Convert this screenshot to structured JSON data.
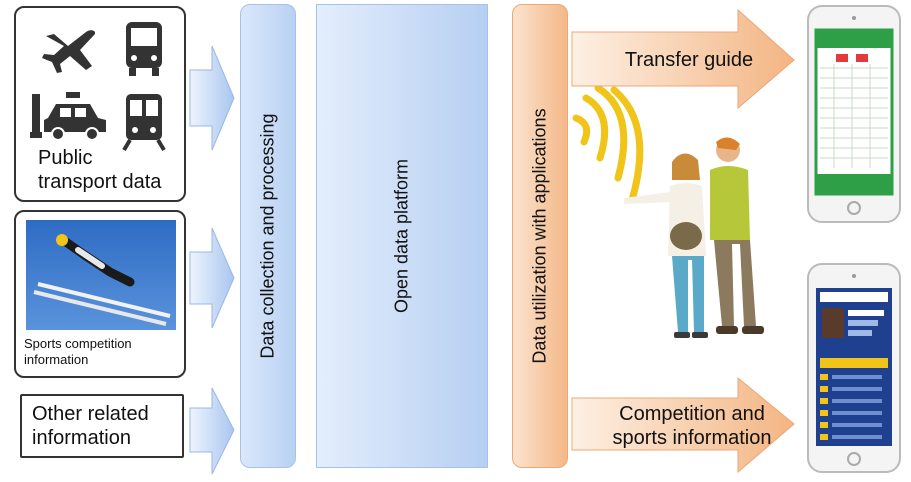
{
  "sources": [
    {
      "label_line1": "Public",
      "label_line2": "transport data",
      "icons": [
        "airplane-icon",
        "bus-icon",
        "taxi-icon",
        "train-icon"
      ]
    },
    {
      "label_line1": "Sports competition",
      "label_line2": "information",
      "icons": [
        "ski-jumper-photo"
      ]
    },
    {
      "label_line1": "Other related",
      "label_line2": "information",
      "icons": []
    }
  ],
  "stages": {
    "collection": "Data collection and processing",
    "platform": "Open data platform",
    "utilization": "Data utilization with applications"
  },
  "outputs": {
    "transfer": "Transfer guide",
    "competition_line1": "Competition and",
    "competition_line2": "sports information"
  },
  "colors": {
    "blue_light": "#dbe8fb",
    "blue_dark": "#a9c6ef",
    "orange_light": "#fbe3cf",
    "orange_dark": "#f2b07c",
    "phone_green": "#2e9e47",
    "phone_blue": "#1f3f8f"
  },
  "icons": {
    "signal": "signal-waves-icon",
    "people": "people-illustration",
    "phone_top": "smartphone-transfer-guide",
    "phone_bottom": "smartphone-sports-info"
  }
}
